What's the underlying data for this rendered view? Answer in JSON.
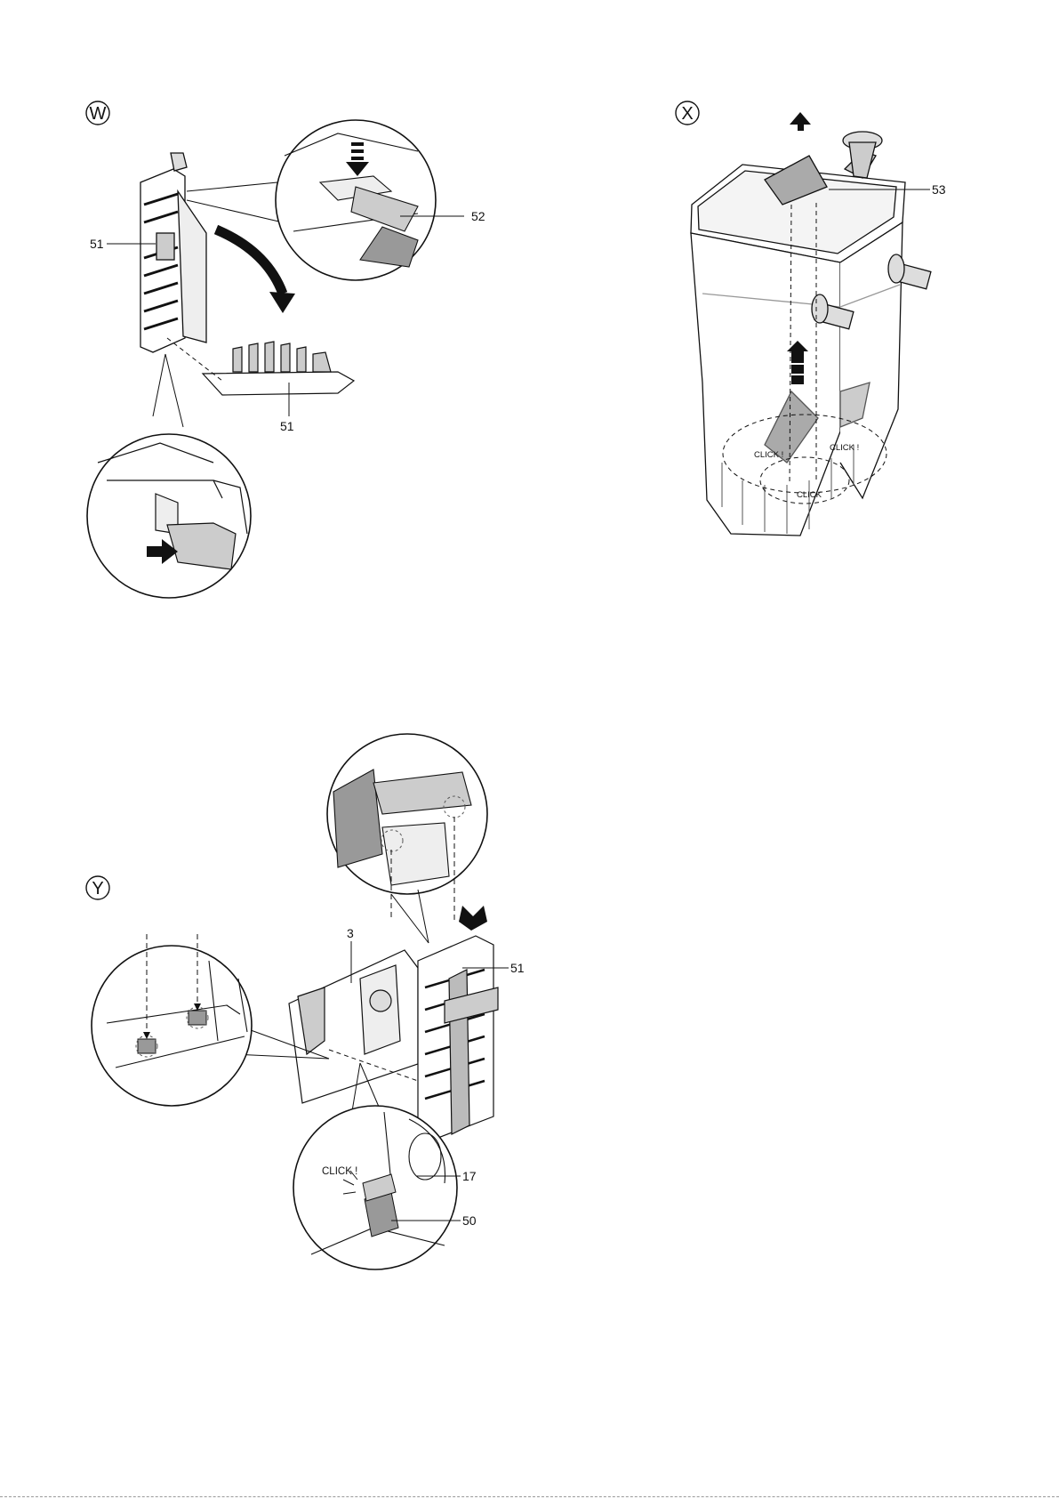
{
  "figures": {
    "w": {
      "letter": "W",
      "callouts": {
        "lever": "51",
        "clip": "52",
        "tray": "51"
      }
    },
    "x": {
      "letter": "X",
      "callouts": {
        "tube": "53"
      },
      "clicks": [
        "CLICK !",
        "CLICK !",
        "CLICK"
      ]
    },
    "y": {
      "letter": "Y",
      "callouts": {
        "housing": "3",
        "module": "51",
        "lever": "17",
        "latch": "50"
      },
      "click": "CLICK !"
    }
  }
}
